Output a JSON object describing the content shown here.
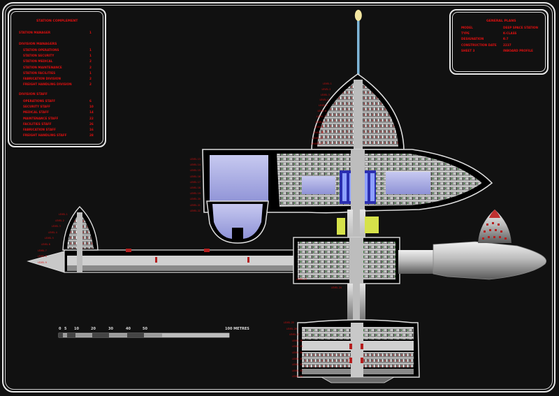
{
  "complement": {
    "title": "STATION COMPLEMENT",
    "manager": {
      "label": "STATION MANAGER",
      "value": "1"
    },
    "managers_heading": "DIVISION MANAGERS",
    "managers": [
      {
        "label": "STATION OPERATIONS",
        "value": "1"
      },
      {
        "label": "STATION SECURITY",
        "value": "1"
      },
      {
        "label": "STATION MEDICAL",
        "value": "2"
      },
      {
        "label": "STATION MAINTENANCE",
        "value": "2"
      },
      {
        "label": "STATION FACILITIES",
        "value": "1"
      },
      {
        "label": "FABRICATION DIVISION",
        "value": "2"
      },
      {
        "label": "FREIGHT HANDLING DIVISION",
        "value": "2"
      }
    ],
    "staff_heading": "DIVISION STAFF",
    "staff": [
      {
        "label": "OPERATIONS STAFF",
        "value": "6"
      },
      {
        "label": "SECURITY STAFF",
        "value": "10"
      },
      {
        "label": "MEDICAL STAFF",
        "value": "14"
      },
      {
        "label": "MAINTENANCE STAFF",
        "value": "22"
      },
      {
        "label": "FACILITIES STAFF",
        "value": "26"
      },
      {
        "label": "FABRICATION STAFF",
        "value": "16"
      },
      {
        "label": "FREIGHT HANDLING STAFF",
        "value": "28"
      }
    ]
  },
  "plans": {
    "title": "GENERAL PLANS",
    "rows": [
      {
        "label": "MODEL",
        "value": "DEEP SPACE STATION"
      },
      {
        "label": "TYPE",
        "value": "K-CLASS"
      },
      {
        "label": "DESIGNATION",
        "value": "K-7"
      },
      {
        "label": "CONSTRUCTION DATE",
        "value": "2237"
      },
      {
        "label": "SHEET 3",
        "value": "INBOARD PROFILE"
      }
    ]
  },
  "scale": {
    "ticks": [
      "0",
      "5",
      "10",
      "20",
      "30",
      "40",
      "50"
    ],
    "end_label": "100 METRES"
  },
  "colors": {
    "text": "#e01010",
    "frame": "#e8e8e8",
    "hull": "#9a9a9a",
    "hull_light": "#cfcfcf",
    "interior_blue": "#8e92d6",
    "beacon": "#f3e6a0",
    "mast": "#7fb6d8"
  },
  "levels": {
    "upper_dome": [
      "LEVEL 1",
      "LEVEL 2",
      "LEVEL 3",
      "LEVEL 4",
      "LEVEL 5",
      "LEVEL 6",
      "LEVEL 7",
      "LEVEL 8",
      "LEVEL 9",
      "LEVEL 10",
      "LEVEL 11",
      "LEVEL 12"
    ],
    "central": [
      "LEVEL 13",
      "LEVEL 14",
      "LEVEL 15",
      "LEVEL 16",
      "LEVEL 17",
      "LEVEL 18",
      "LEVEL 19",
      "LEVEL 20",
      "LEVEL 21",
      "LEVEL 22"
    ],
    "arm_pod": [
      "LEVEL 1",
      "LEVEL 2",
      "LEVEL 3",
      "LEVEL 4",
      "LEVEL 5",
      "LEVEL 6",
      "LEVEL 7",
      "LEVEL 8",
      "LEVEL 9"
    ],
    "core": [
      "LEVEL 23",
      "LEVEL 24"
    ],
    "lower": [
      "LEVEL 25",
      "LEVEL 26",
      "LEVEL 27",
      "LEVEL 28",
      "LEVEL 29",
      "LEVEL 30",
      "LEVEL 31",
      "LEVEL 32",
      "LEVEL 33",
      "LEVEL 34"
    ]
  }
}
